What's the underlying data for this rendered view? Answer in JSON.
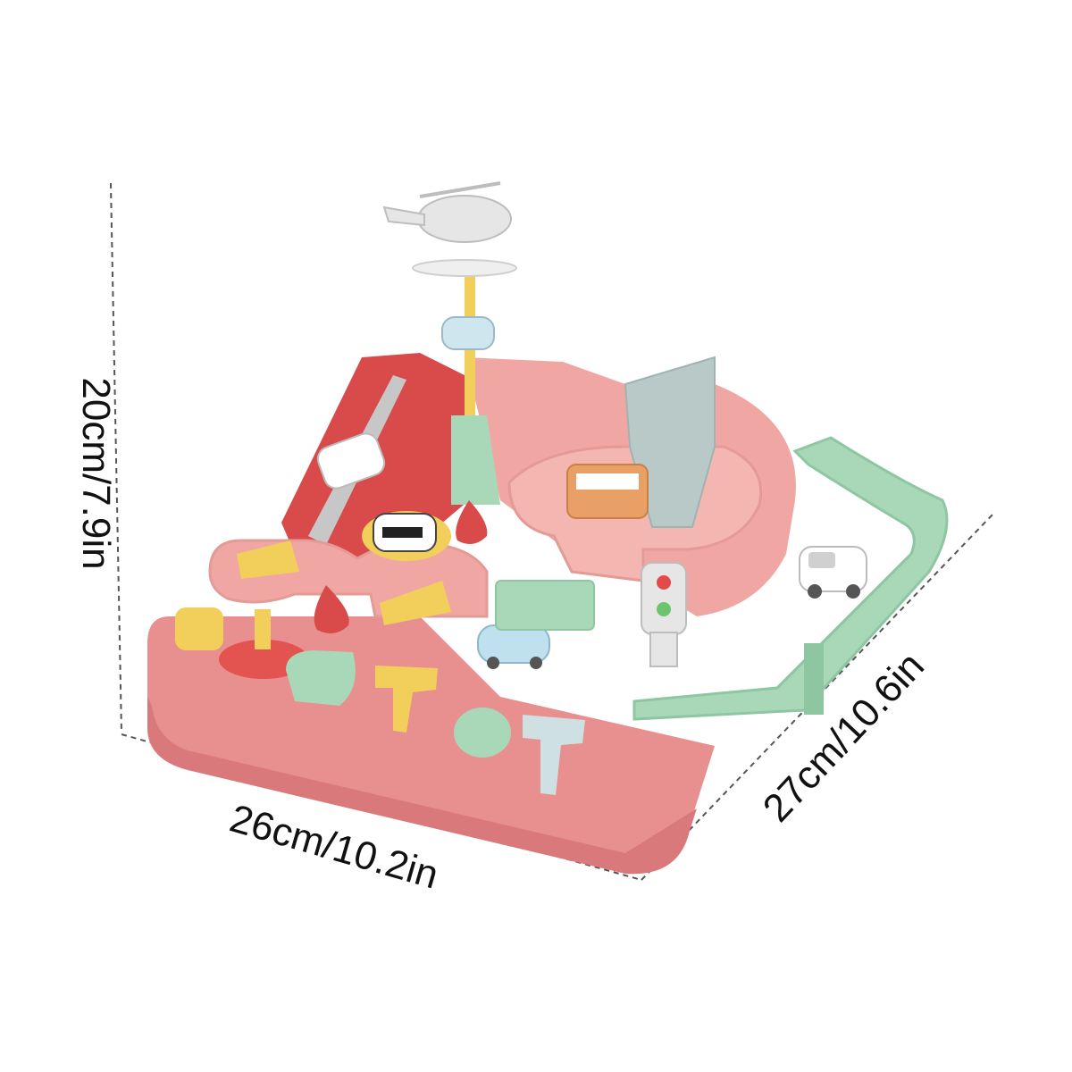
{
  "dimensions": {
    "height": "20cm/7.9in",
    "width": "26cm/10.2in",
    "depth": "27cm/10.6in"
  },
  "colors": {
    "base_pink": "#e88f8f",
    "base_shadow": "#d9797c",
    "track_pink": "#f0a7a3",
    "red_slope": "#d94a4a",
    "mint": "#a9d8b8",
    "yellow": "#f2cf5b",
    "grey": "#b8c9c8",
    "dash_line": "#555555"
  }
}
